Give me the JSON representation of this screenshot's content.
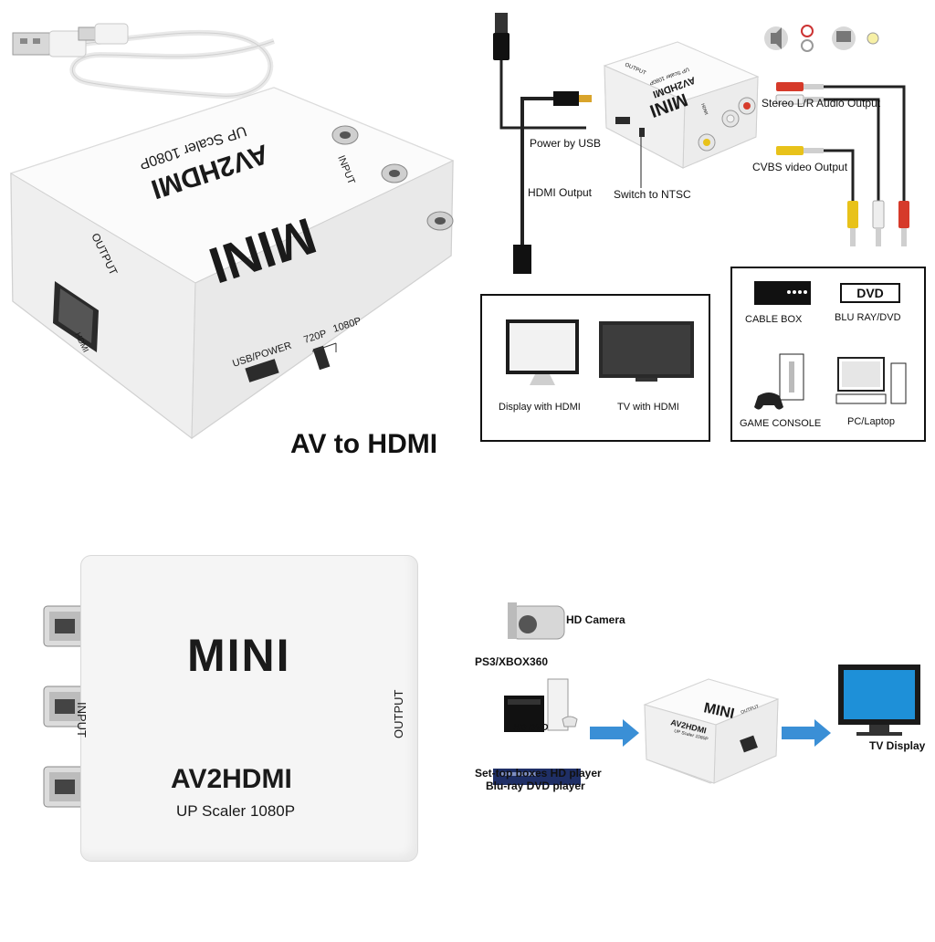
{
  "quadrant1": {
    "device": {
      "brand": "MINI",
      "model": "AV2HDMI",
      "scaler": "UP Scaler 1080P",
      "input_label": "INPUT",
      "output_label": "OUTPUT",
      "hdmi_label": "HDMI",
      "usb_power_label": "USB/POWER",
      "res_720": "720P",
      "res_1080": "1080P"
    },
    "caption": "AV to HDMI"
  },
  "quadrant2": {
    "device": {
      "brand": "MINI",
      "model": "AV2HDMI",
      "scaler": "UP Scaler 1080P",
      "output_label": "OUTPUT",
      "hdmi_label": "HDMI"
    },
    "labels": {
      "stereo_audio": "Stereo L/R Audio Output",
      "cvbs": "CVBS video Output",
      "power_usb": "Power by USB",
      "hdmi_output": "HDMI Output",
      "switch_ntsc": "Switch to NTSC"
    },
    "left_box": {
      "display_hdmi": "Display with HDMI",
      "tv_hdmi": "TV with HDMI"
    },
    "right_box": {
      "cable_box": "CABLE BOX",
      "dvd_badge": "DVD",
      "bluray": "BLU RAY/DVD",
      "game_console": "GAME CONSOLE",
      "pc_laptop": "PC/Laptop"
    }
  },
  "quadrant3": {
    "device": {
      "brand": "MINI",
      "model": "AV2HDMI",
      "scaler": "UP Scaler 1080P",
      "input_label": "INPUT",
      "output_label": "OUTPUT"
    }
  },
  "quadrant4": {
    "labels": {
      "hd_camera": "HD Camera",
      "ps3_xbox": "PS3/XBOX360",
      "hd_dvd_logo": "HD DVD",
      "settop_line1": "Set-top boxes HD player",
      "settop_line2": "Blu-ray DVD player",
      "tv_display": "TV Display"
    },
    "device": {
      "brand": "MINI",
      "model": "AV2HDMI",
      "scaler": "UP Scaler 1080P",
      "output_label": "OUTPUT"
    }
  },
  "colors": {
    "arrow_blue": "#3a8fd6",
    "rca_red": "#d63a2a",
    "rca_yellow": "#e8c21a",
    "rca_white": "#e6e6e6",
    "device_white": "#f4f4f4"
  }
}
